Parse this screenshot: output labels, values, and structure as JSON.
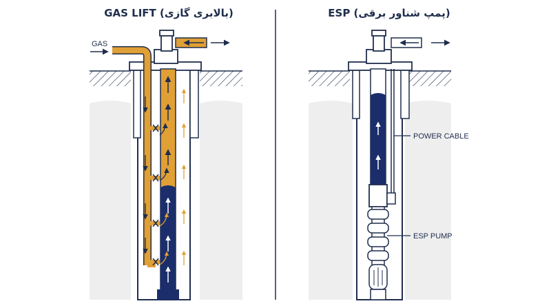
{
  "gas_lift": {
    "title": "GAS LIFT (بالابری گازی)",
    "gas_label": "GAS"
  },
  "esp": {
    "title": "ESP (پمپ شناور برقی)",
    "power_cable_label": "POWER CABLE",
    "pump_label": "ESP PUMP"
  },
  "colors": {
    "navy": "#1f2d4d",
    "gas_orange": "#e0a035",
    "oil_blue": "#1b2e6b",
    "ground": "#eeeeee"
  },
  "icons": [
    "arrow-right-icon",
    "arrow-left-icon",
    "arrow-up-icon",
    "arrow-down-icon",
    "gas-lift-valve-icon"
  ]
}
